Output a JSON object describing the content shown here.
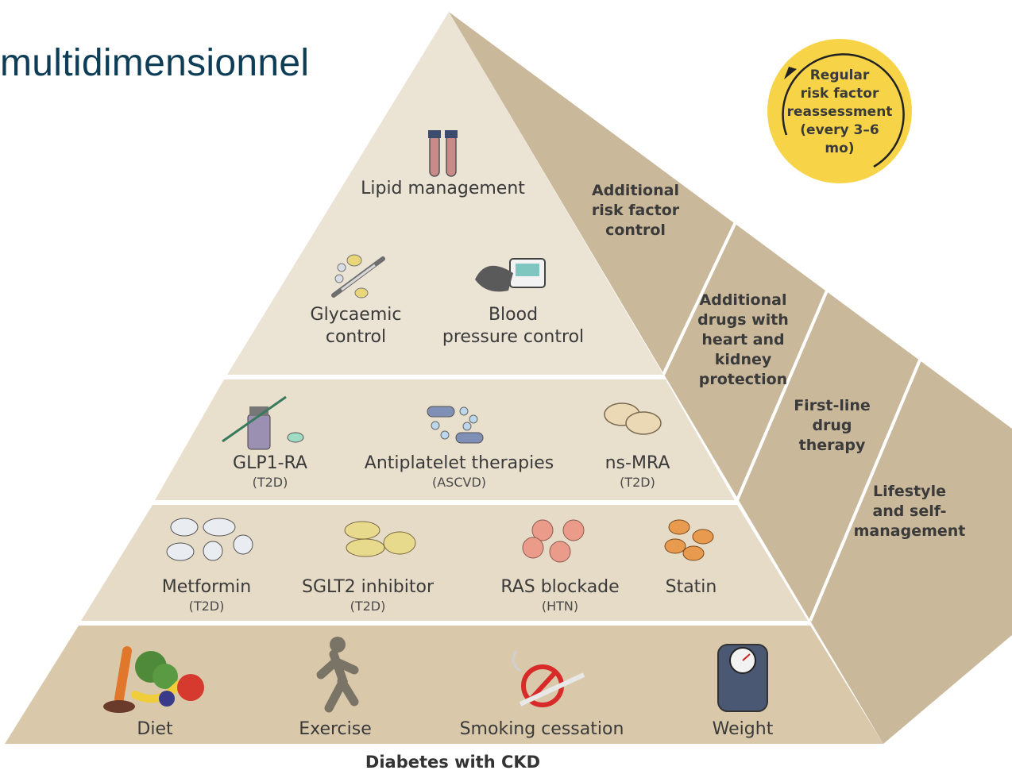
{
  "header": {
    "title": "multidimensionnel"
  },
  "colors": {
    "tier_top": "#ebe3d4",
    "tier_mid": "#e4dac7",
    "tier_base": "#d9c9aa",
    "side_face": "#cab89b",
    "badge": "#f7d447",
    "text": "#3a3a3a"
  },
  "badge": {
    "lines": [
      "Regular",
      "risk factor",
      "reassessment",
      "(every 3–6",
      "mo)"
    ]
  },
  "side_labels": {
    "additional_control": [
      "Additional",
      "risk factor",
      "control"
    ],
    "additional_drugs": [
      "Additional",
      "drugs with",
      "heart and",
      "kidney",
      "protection"
    ],
    "first_line": [
      "First-line",
      "drug",
      "therapy"
    ],
    "lifestyle": [
      "Lifestyle",
      "and self-",
      "management"
    ]
  },
  "tier1": {
    "lipid": {
      "label": "Lipid management",
      "icon": "test-tubes-icon"
    },
    "glycaemic": {
      "label_lines": [
        "Glycaemic",
        "control"
      ],
      "icon": "syringe-pills-icon"
    },
    "blood_pressure": {
      "label_lines": [
        "Blood",
        "pressure control"
      ],
      "icon": "bp-monitor-icon"
    }
  },
  "tier2": {
    "glp1": {
      "label": "GLP1-RA",
      "sub": "(T2D)",
      "icon": "injection-vial-icon"
    },
    "antiplatelet": {
      "label": "Antiplatelet therapies",
      "sub": "(ASCVD)",
      "icon": "capsules-icon"
    },
    "nsmra": {
      "label": "ns-MRA",
      "sub": "(T2D)",
      "icon": "tablets-icon"
    }
  },
  "tier3": {
    "metformin": {
      "label": "Metformin",
      "sub": "(T2D)",
      "icon": "white-pills-icon"
    },
    "sglt2": {
      "label": "SGLT2 inhibitor",
      "sub": "(T2D)",
      "icon": "yellow-pills-icon"
    },
    "ras": {
      "label": "RAS blockade",
      "sub": "(HTN)",
      "icon": "pink-pills-icon"
    },
    "statin": {
      "label": "Statin",
      "icon": "orange-pills-icon"
    }
  },
  "tier4": {
    "diet": {
      "label": "Diet",
      "icon": "fruit-vegetables-icon"
    },
    "exercise": {
      "label": "Exercise",
      "icon": "runner-icon"
    },
    "smoking": {
      "label": "Smoking cessation",
      "icon": "no-smoking-icon"
    },
    "weight": {
      "label": "Weight",
      "icon": "scale-icon"
    }
  },
  "caption": "Diabetes with CKD"
}
